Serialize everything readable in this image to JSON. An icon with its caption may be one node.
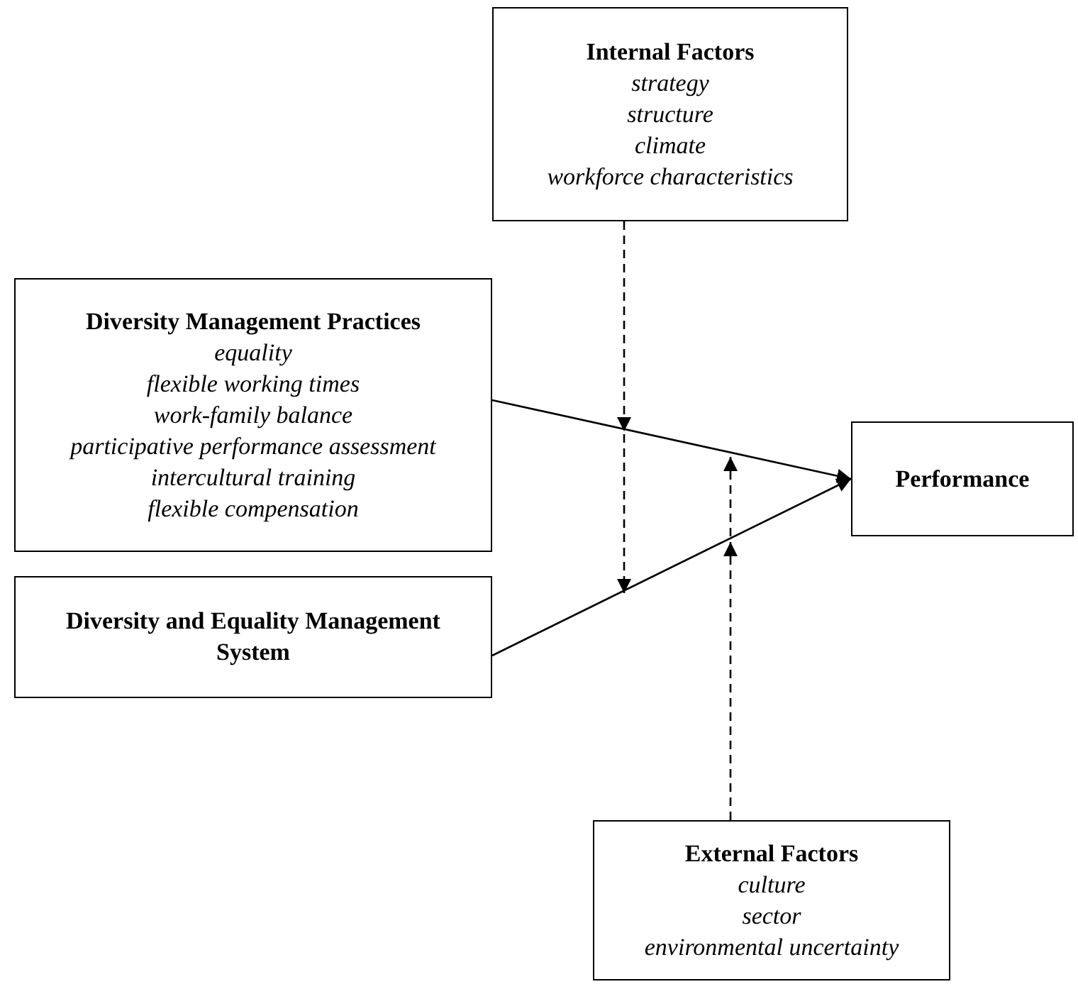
{
  "diagram": {
    "nodes": [
      {
        "text": [
          "Internal Factors",
          "strategy",
          "structure",
          "climate",
          "workforce characteristics"
        ]
      },
      {
        "text": [
          "Diversity Management Practices",
          "equality",
          "flexible working times",
          "work-family balance",
          "participative performance assessment",
          "intercultural training",
          "flexible compensation"
        ]
      },
      {
        "text": [
          "Performance"
        ]
      },
      {
        "text": [
          "Diversity and Equality Management System"
        ]
      },
      {
        "text": [
          "External Factors",
          "culture",
          "sector",
          "environmental uncertainty"
        ]
      }
    ],
    "edges": [
      {
        "from": 1,
        "to": 2,
        "arrow": "to"
      },
      {
        "from": 3,
        "to": 2,
        "arrow": "to"
      },
      {
        "from": 0,
        "to": null,
        "arrow": "to",
        "style": "dashed"
      },
      {
        "from": 4,
        "to": null,
        "arrow": "to",
        "style": "dashed"
      }
    ]
  }
}
